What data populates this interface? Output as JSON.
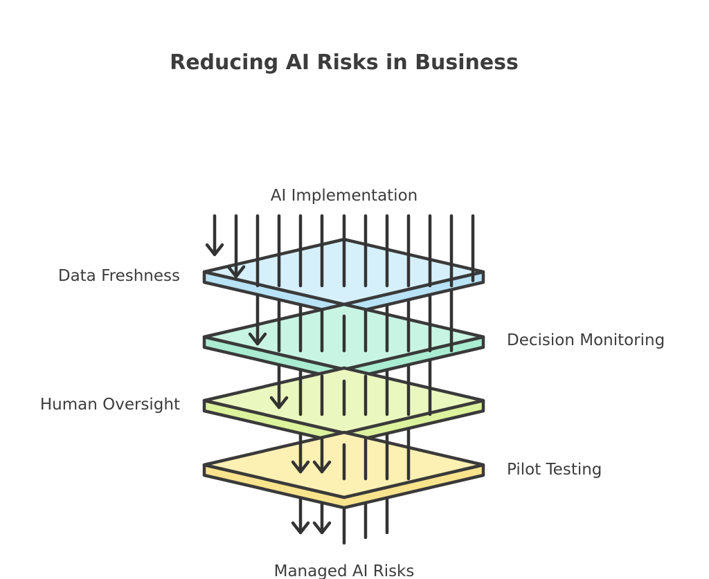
{
  "title": "Reducing AI Risks in Business",
  "input_label": "AI Implementation",
  "output_label": "Managed AI Risks",
  "layers": [
    {
      "name": "Data Freshness",
      "side": "left",
      "color": "#d6f0fb",
      "edge": "#b8e2f5"
    },
    {
      "name": "Decision Monitoring",
      "side": "right",
      "color": "#c8f5e3",
      "edge": "#a9ecd2"
    },
    {
      "name": "Human Oversight",
      "side": "left",
      "color": "#eaf8bf",
      "edge": "#dcf29c"
    },
    {
      "name": "Pilot Testing",
      "side": "right",
      "color": "#fdf0b3",
      "edge": "#f9e48d"
    }
  ]
}
